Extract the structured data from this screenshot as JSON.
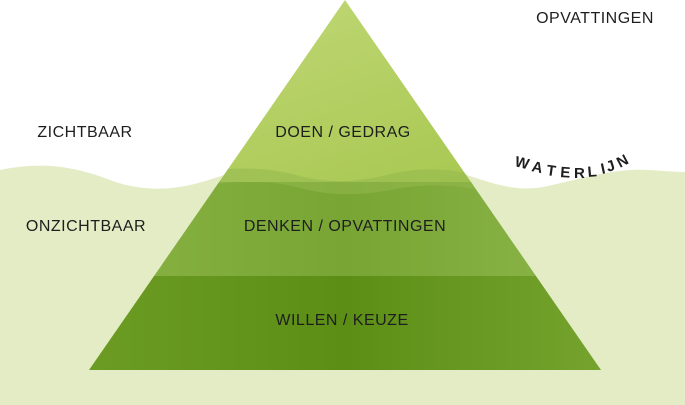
{
  "corner_label": "OPVATTINGEN",
  "side_labels": {
    "visible": "ZICHTBAAR",
    "invisible": "ONZICHTBAAR"
  },
  "waterline": {
    "label": "WATERLIJN",
    "letters": [
      "W",
      "A",
      "T",
      "E",
      "R",
      "L",
      "I",
      "J",
      "N"
    ]
  },
  "pyramid": {
    "levels": [
      {
        "label": "DOEN / GEDRAG",
        "color": "#a5c64c"
      },
      {
        "label": "DENKEN / OPVATTINGEN",
        "color": "#7fa93a"
      },
      {
        "label": "WILLEN / KEUZE",
        "color": "#62941c"
      }
    ]
  },
  "colors": {
    "water": "#e3ecc4",
    "pyramid_top": "#bcd473",
    "text": "#1e1e1e"
  }
}
